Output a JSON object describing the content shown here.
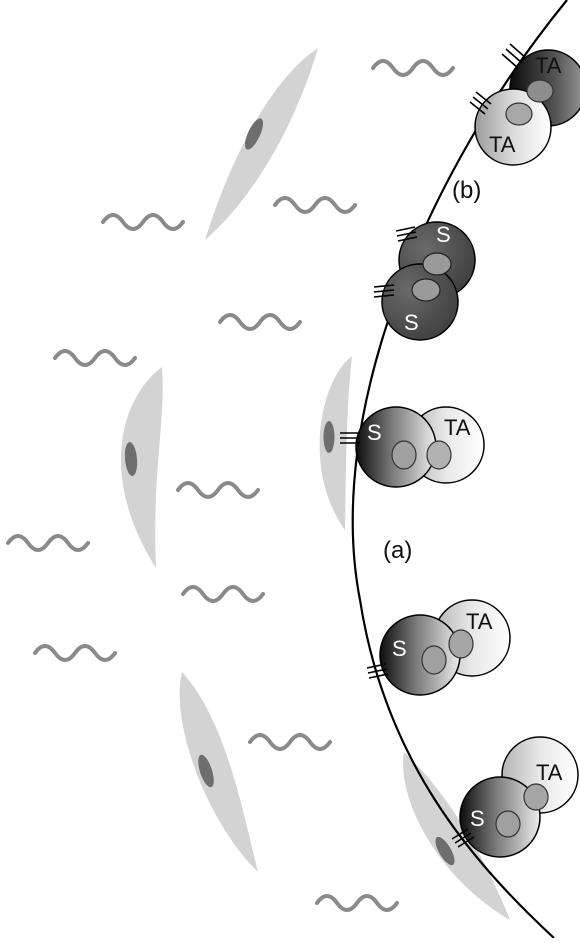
{
  "labels": {
    "b": "(b)",
    "a": "(a)"
  },
  "cell_labels": {
    "stem": "S",
    "ta": "TA"
  },
  "colors": {
    "boundary": "#000000",
    "fibroblast": "#d3d3d3",
    "fibroblast_nucleus": "#6e6e6e",
    "fiber": "#8a8a8a",
    "cell_dark": "#2b2b2b",
    "cell_light": "#fafafa",
    "cell_nucleus": "#9a9a9a"
  },
  "icons": {
    "fiber": "wavy-fiber-icon",
    "anchor": "triple-bar-anchor-icon"
  }
}
